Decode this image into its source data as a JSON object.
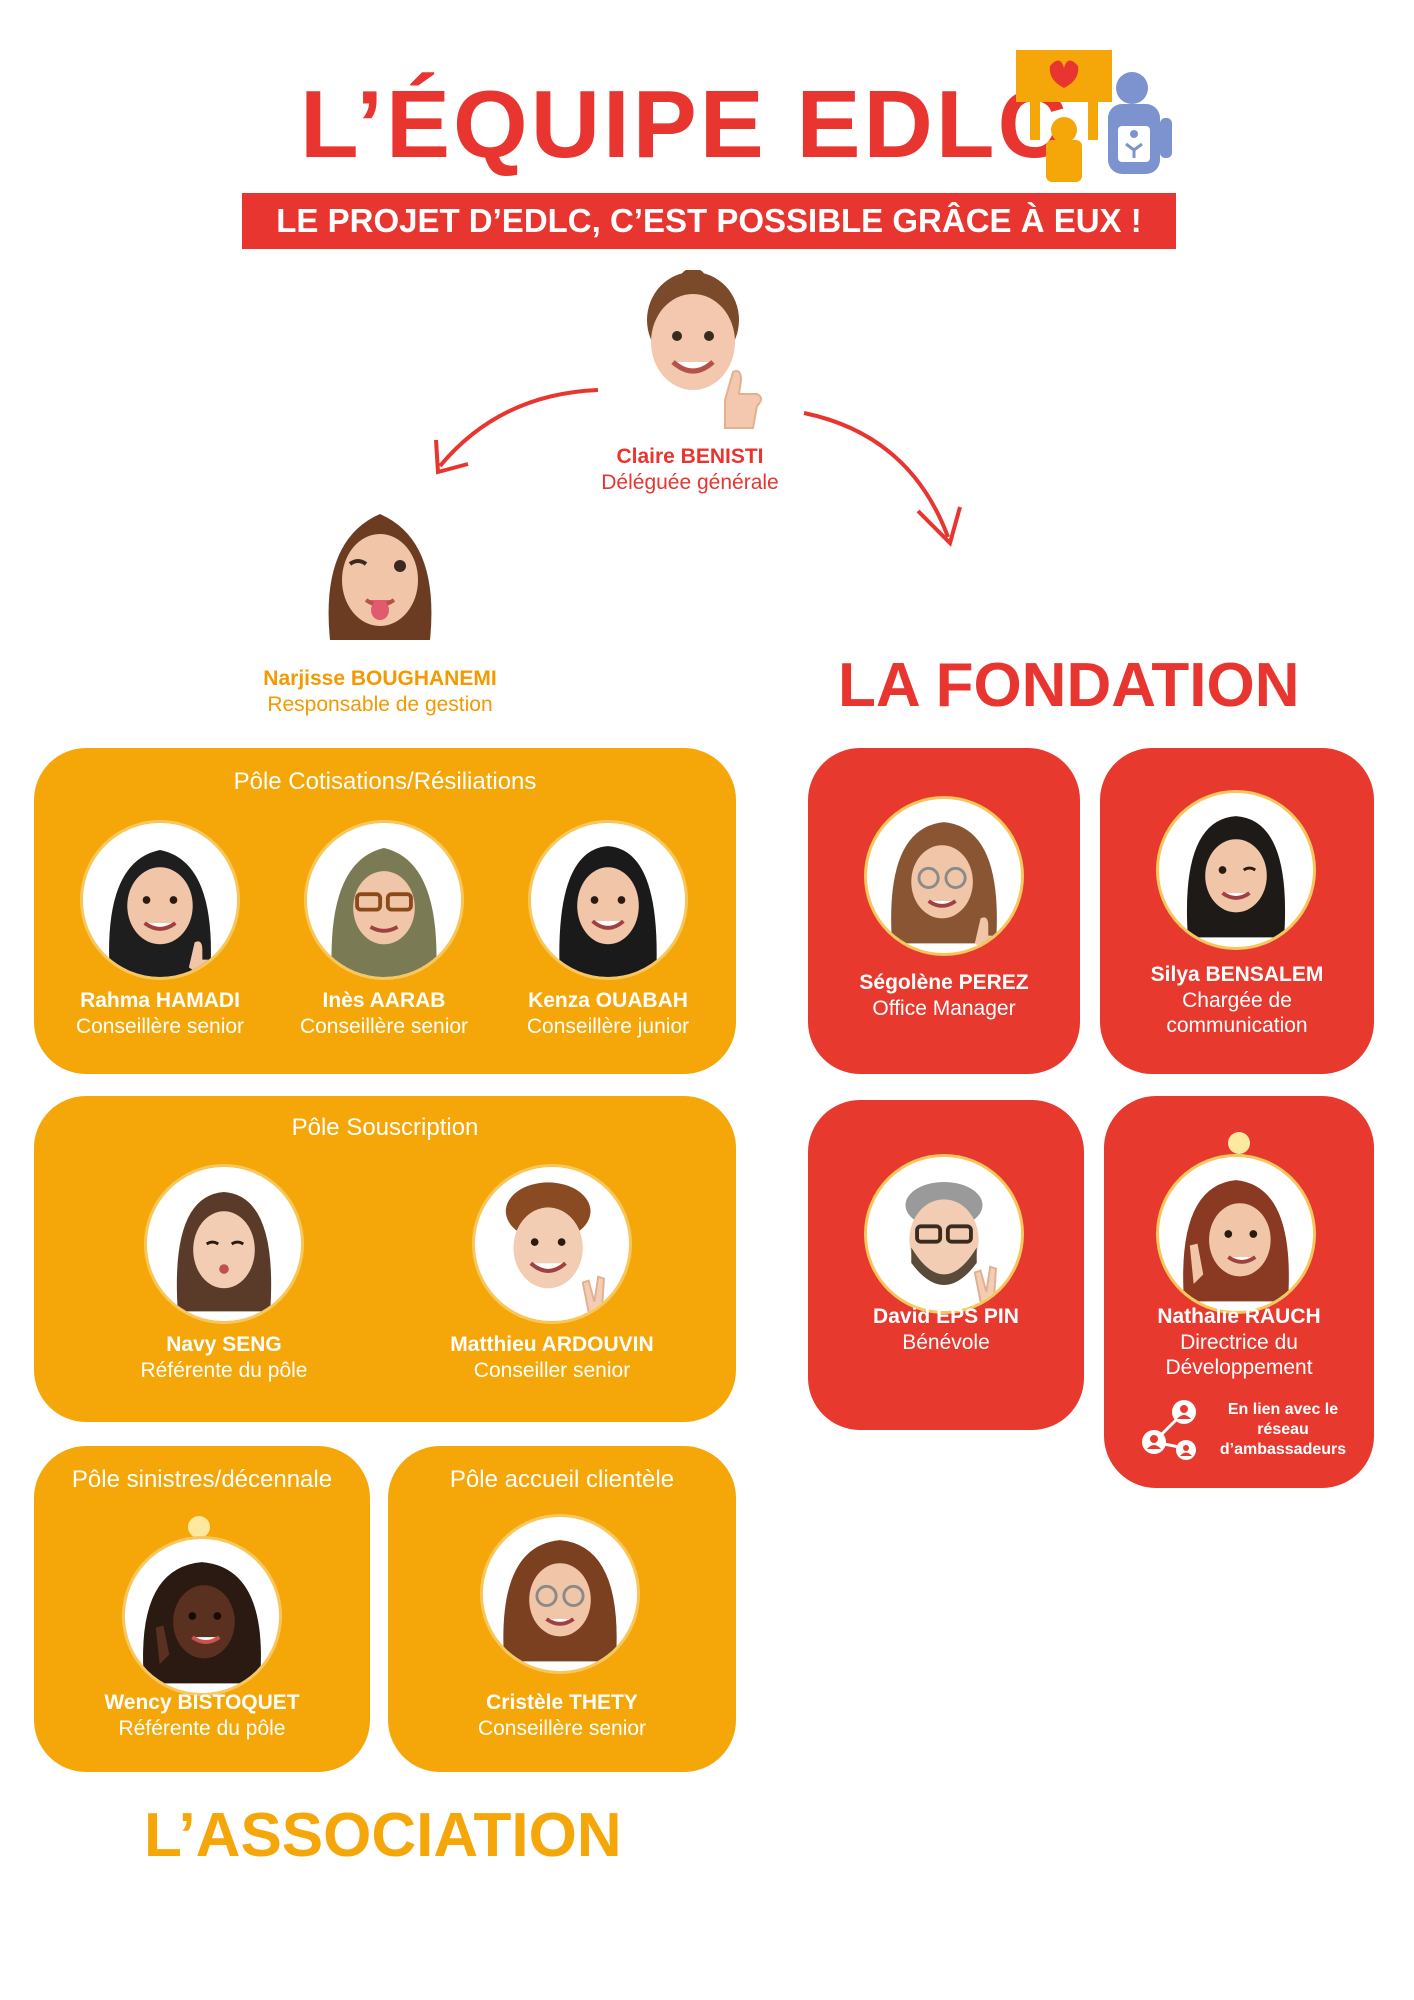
{
  "header": {
    "title": "L’ÉQUIPE EDLC",
    "subtitle": "LE PROJET D’EDLC, C’EST POSSIBLE GRÂCE À EUX !"
  },
  "lead": {
    "name": "Claire BENISTI",
    "role": "Déléguée générale"
  },
  "manager": {
    "name": "Narjisse BOUGHANEMI",
    "role": "Responsable de gestion"
  },
  "association": {
    "section_title": "L’ASSOCIATION",
    "poles": [
      {
        "title": "Pôle Cotisations/Résiliations",
        "members": [
          {
            "name": "Rahma HAMADI",
            "role": "Conseillère senior"
          },
          {
            "name": "Inès AARAB",
            "role": "Conseillère senior"
          },
          {
            "name": "Kenza OUABAH",
            "role": "Conseillère junior"
          }
        ]
      },
      {
        "title": "Pôle Souscription",
        "members": [
          {
            "name": "Navy SENG",
            "role": "Référente du pôle"
          },
          {
            "name": "Matthieu ARDOUVIN",
            "role": "Conseiller senior"
          }
        ]
      },
      {
        "title": "Pôle sinistres/décennale",
        "members": [
          {
            "name": "Wency BISTOQUET",
            "role": "Référente du pôle"
          }
        ]
      },
      {
        "title": "Pôle accueil clientèle",
        "members": [
          {
            "name": "Cristèle THETY",
            "role": "Conseillère senior"
          }
        ]
      }
    ]
  },
  "fondation": {
    "section_title": "LA FONDATION",
    "members": [
      {
        "name": "Ségolène PEREZ",
        "role": "Office Manager"
      },
      {
        "name": "Silya BENSALEM",
        "role_line1": "Chargée de",
        "role_line2": "communication"
      },
      {
        "name": "David EPS PIN",
        "role": "Bénévole"
      },
      {
        "name": "Nathalie RAUCH",
        "role_line1": "Directrice du",
        "role_line2": "Développement",
        "note_line1": "En lien avec le",
        "note_line2": "réseau",
        "note_line3": "d’ambassadeurs"
      }
    ]
  },
  "colors": {
    "red": "#e8352f",
    "orange": "#f5a70a",
    "orange_text": "#f29a00"
  },
  "icons": [
    "network-icon",
    "lightbulb-icon",
    "thumbs-up-icon",
    "peace-sign-icon"
  ]
}
